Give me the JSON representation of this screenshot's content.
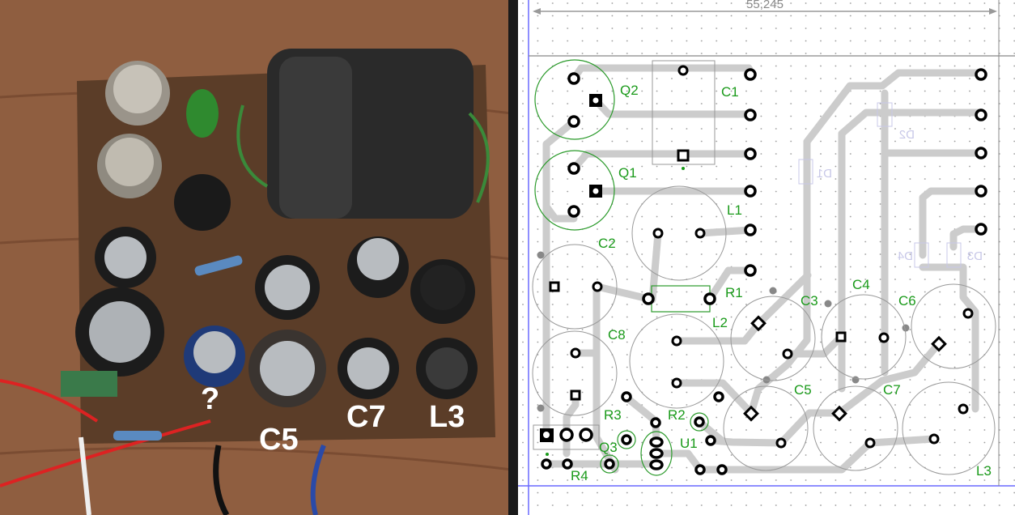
{
  "photo": {
    "annotations": [
      "?",
      "C5",
      "C7",
      "L3"
    ]
  },
  "pcb": {
    "dimension": "55,245",
    "labels": {
      "q1": "Q1",
      "q2": "Q2",
      "q3": "Q3",
      "c1": "C1",
      "c2": "C2",
      "c3": "C3",
      "c4": "C4",
      "c5": "C5",
      "c6": "C6",
      "c7": "C7",
      "c8": "C8",
      "l1": "L1",
      "l2": "L2",
      "l3": "L3",
      "r1": "R1",
      "r2": "R2",
      "r3": "R3",
      "r4": "R4",
      "u1": "U1",
      "d1": "D1",
      "d2": "D2",
      "d3": "D3",
      "d4": "D4"
    },
    "colors": {
      "silkscreen": "#1a9a1a",
      "trace": "#cccccc",
      "guide": "#6a6aff"
    }
  }
}
